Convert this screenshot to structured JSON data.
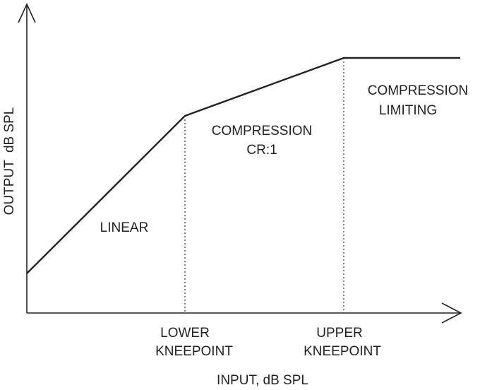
{
  "axes": {
    "x_label": "INPUT, dB SPL",
    "y_label": "OUTPUT  dB SPL"
  },
  "kneepoints": {
    "lower": [
      "LOWER",
      "KNEEPOINT"
    ],
    "upper": [
      "UPPER",
      "KNEEPOINT"
    ]
  },
  "regions": {
    "linear": "LINEAR",
    "compression": [
      "COMPRESSION",
      "CR:1"
    ],
    "limiting": [
      "COMPRESSION",
      "LIMITING"
    ]
  },
  "colors": {
    "line": "#222222",
    "background": "#ffffff"
  }
}
